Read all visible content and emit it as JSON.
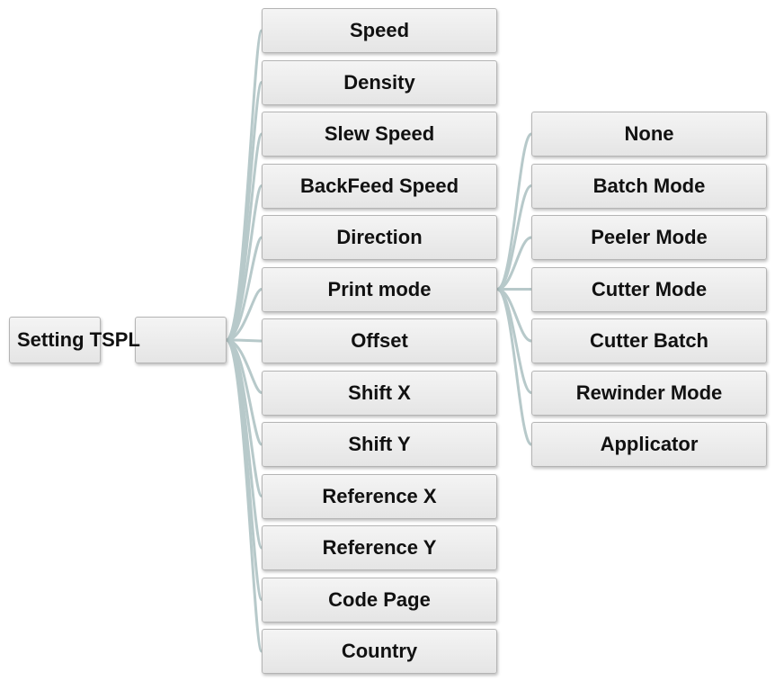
{
  "root": {
    "label": "Setting TSPL"
  },
  "settings": [
    "Speed",
    "Density",
    "Slew Speed",
    "BackFeed Speed",
    "Direction",
    "Print mode",
    "Offset",
    "Shift X",
    "Shift Y",
    "Reference X",
    "Reference Y",
    "Code Page",
    "Country"
  ],
  "print_modes": [
    "None",
    "Batch Mode",
    "Peeler Mode",
    "Cutter Mode",
    "Cutter Batch",
    "Rewinder Mode",
    "Applicator"
  ],
  "colors": {
    "connector": "#b7c9ca",
    "box_border": "#b4b4b4",
    "box_fill": "#ececec",
    "text": "#111111"
  }
}
